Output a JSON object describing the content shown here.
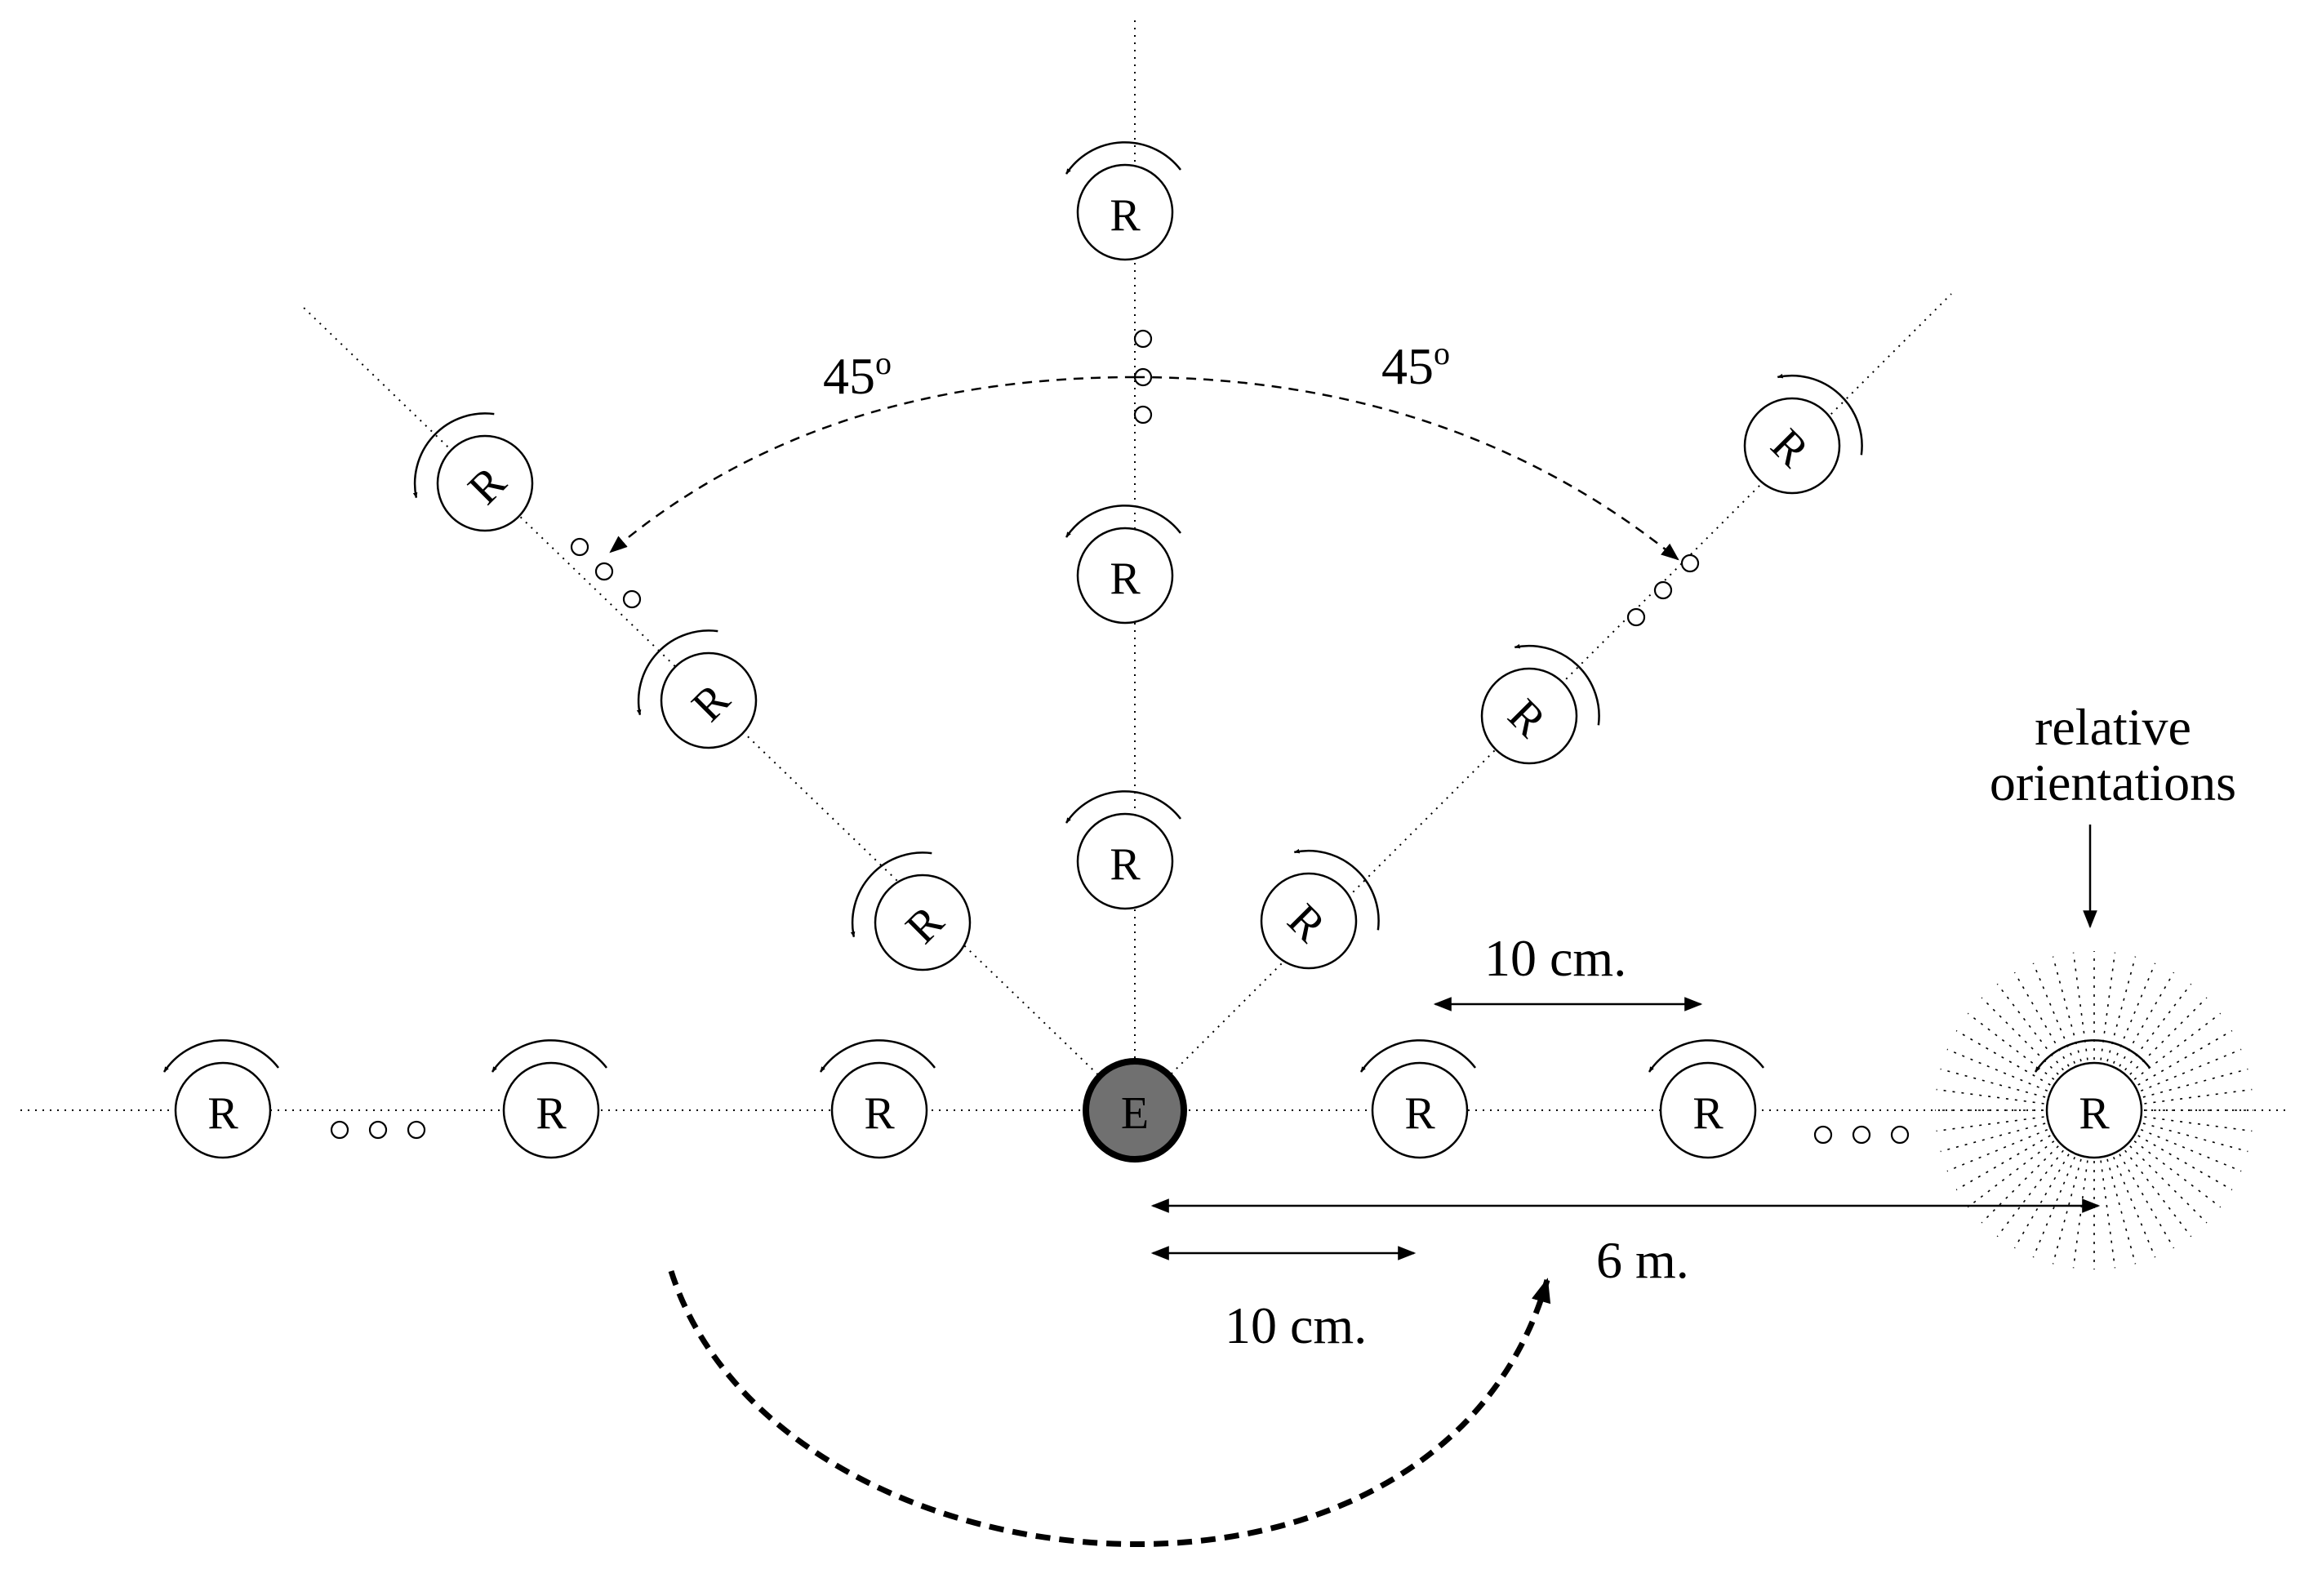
{
  "emitter": {
    "letter": "E",
    "fill": "#707070"
  },
  "receiver_letter": "R",
  "labels": {
    "angle_left": "45",
    "angle_right": "45",
    "degree_mark": "o",
    "spacing_top": "10 cm.",
    "spacing_bottom": "10 cm.",
    "distance_total": "6 m.",
    "orientations_line1": "relative",
    "orientations_line2": "orientations"
  },
  "colors": {
    "ink": "#000000",
    "emitter_fill": "#707070",
    "background": "#ffffff"
  }
}
